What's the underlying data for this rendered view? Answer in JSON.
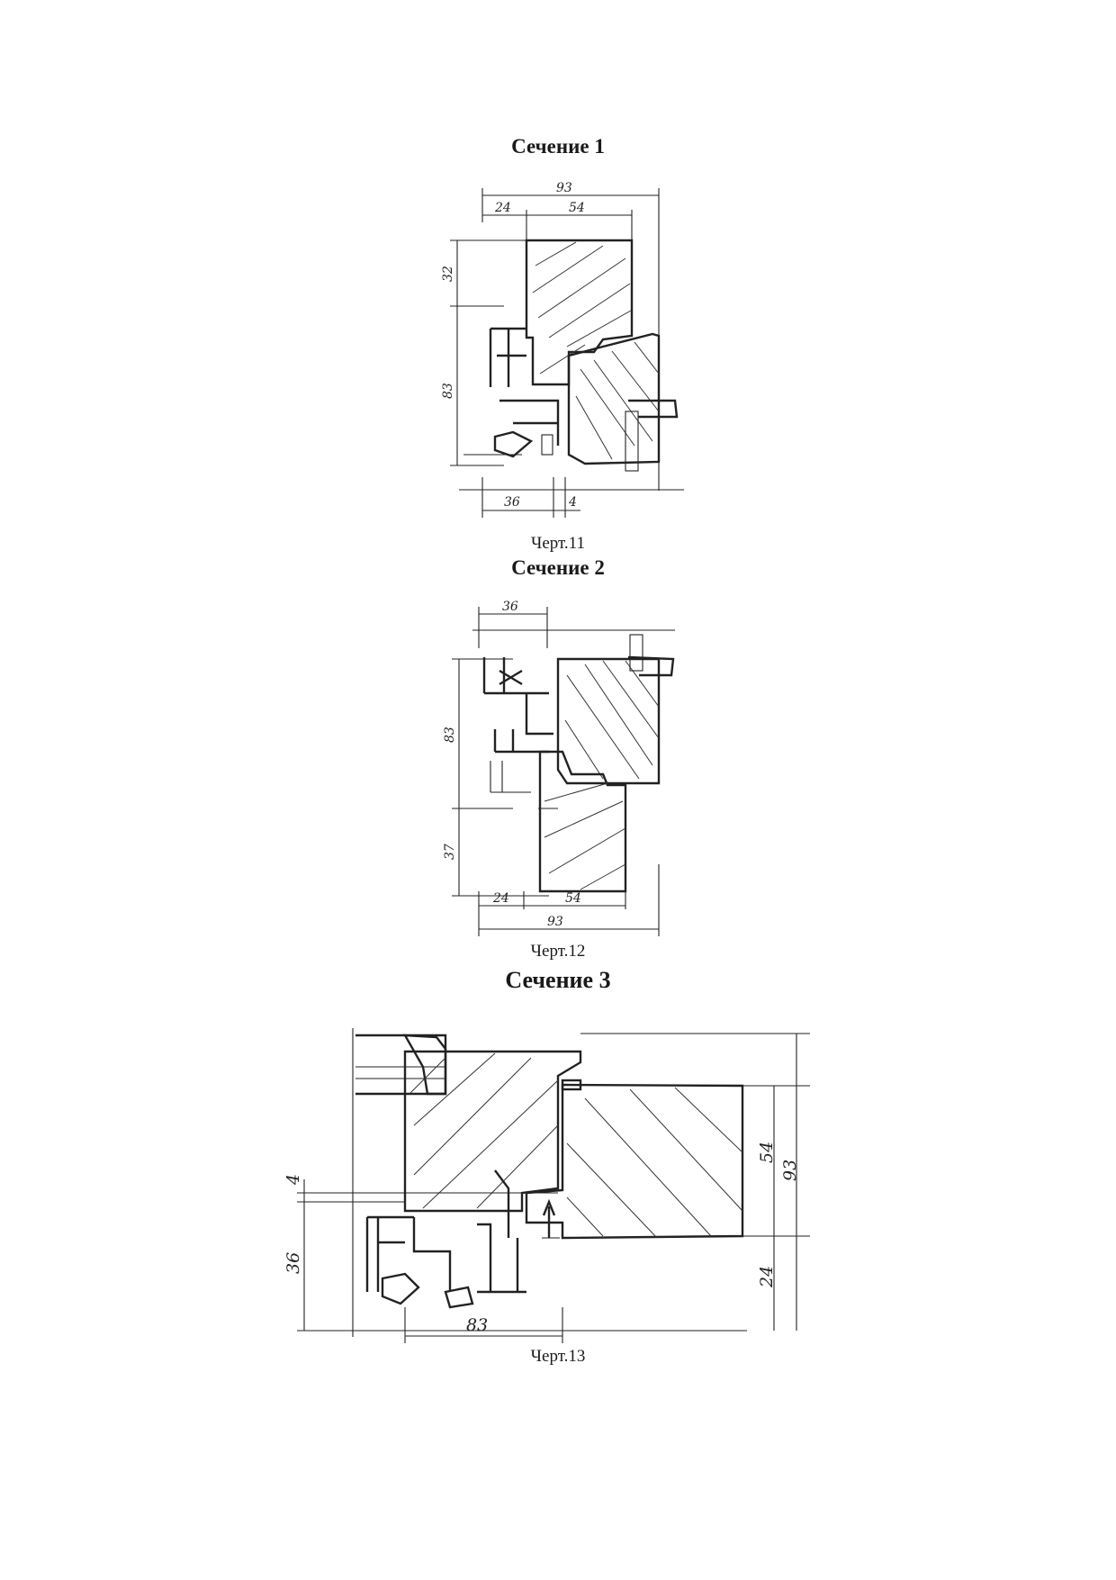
{
  "sections": [
    {
      "title": "Сечение 1",
      "caption": "Черт.11",
      "dimensions": {
        "top_total": "93",
        "top_left": "24",
        "top_right": "54",
        "left_upper": "32",
        "left_lower": "83",
        "bottom_left": "36",
        "bottom_right": "4"
      }
    },
    {
      "title": "Сечение 2",
      "caption": "Черт.12",
      "dimensions": {
        "top": "36",
        "left_upper": "83",
        "left_lower": "37",
        "bottom_left": "24",
        "bottom_right": "54",
        "bottom_total": "93"
      }
    },
    {
      "title": "Сечение 3",
      "caption": "Черт.13",
      "dimensions": {
        "left_top": "4",
        "left_bottom": "36",
        "right_upper": "54",
        "right_lower": "24",
        "right_total": "93",
        "bottom": "83"
      }
    }
  ]
}
